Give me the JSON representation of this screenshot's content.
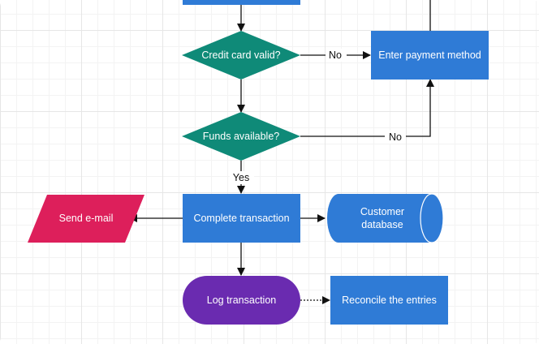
{
  "colors": {
    "process": "#2f7bd6",
    "decision": "#0f8a78",
    "io": "#dd1f5b",
    "terminator": "#6a2bb0",
    "database": "#2f7bd6",
    "line": "#111111",
    "text_light": "#ffffff",
    "text_dark": "#111111"
  },
  "nodes": {
    "credit_card_valid": "Credit card valid?",
    "enter_payment_method": "Enter payment method",
    "funds_available": "Funds available?",
    "complete_transaction": "Complete transaction",
    "send_email": "Send e-mail",
    "customer_database_line1": "Customer",
    "customer_database_line2": "database",
    "log_transaction": "Log transaction",
    "reconcile_entries": "Reconcile the entries"
  },
  "edges": {
    "credit_no": "No",
    "funds_no": "No",
    "funds_yes": "Yes"
  }
}
